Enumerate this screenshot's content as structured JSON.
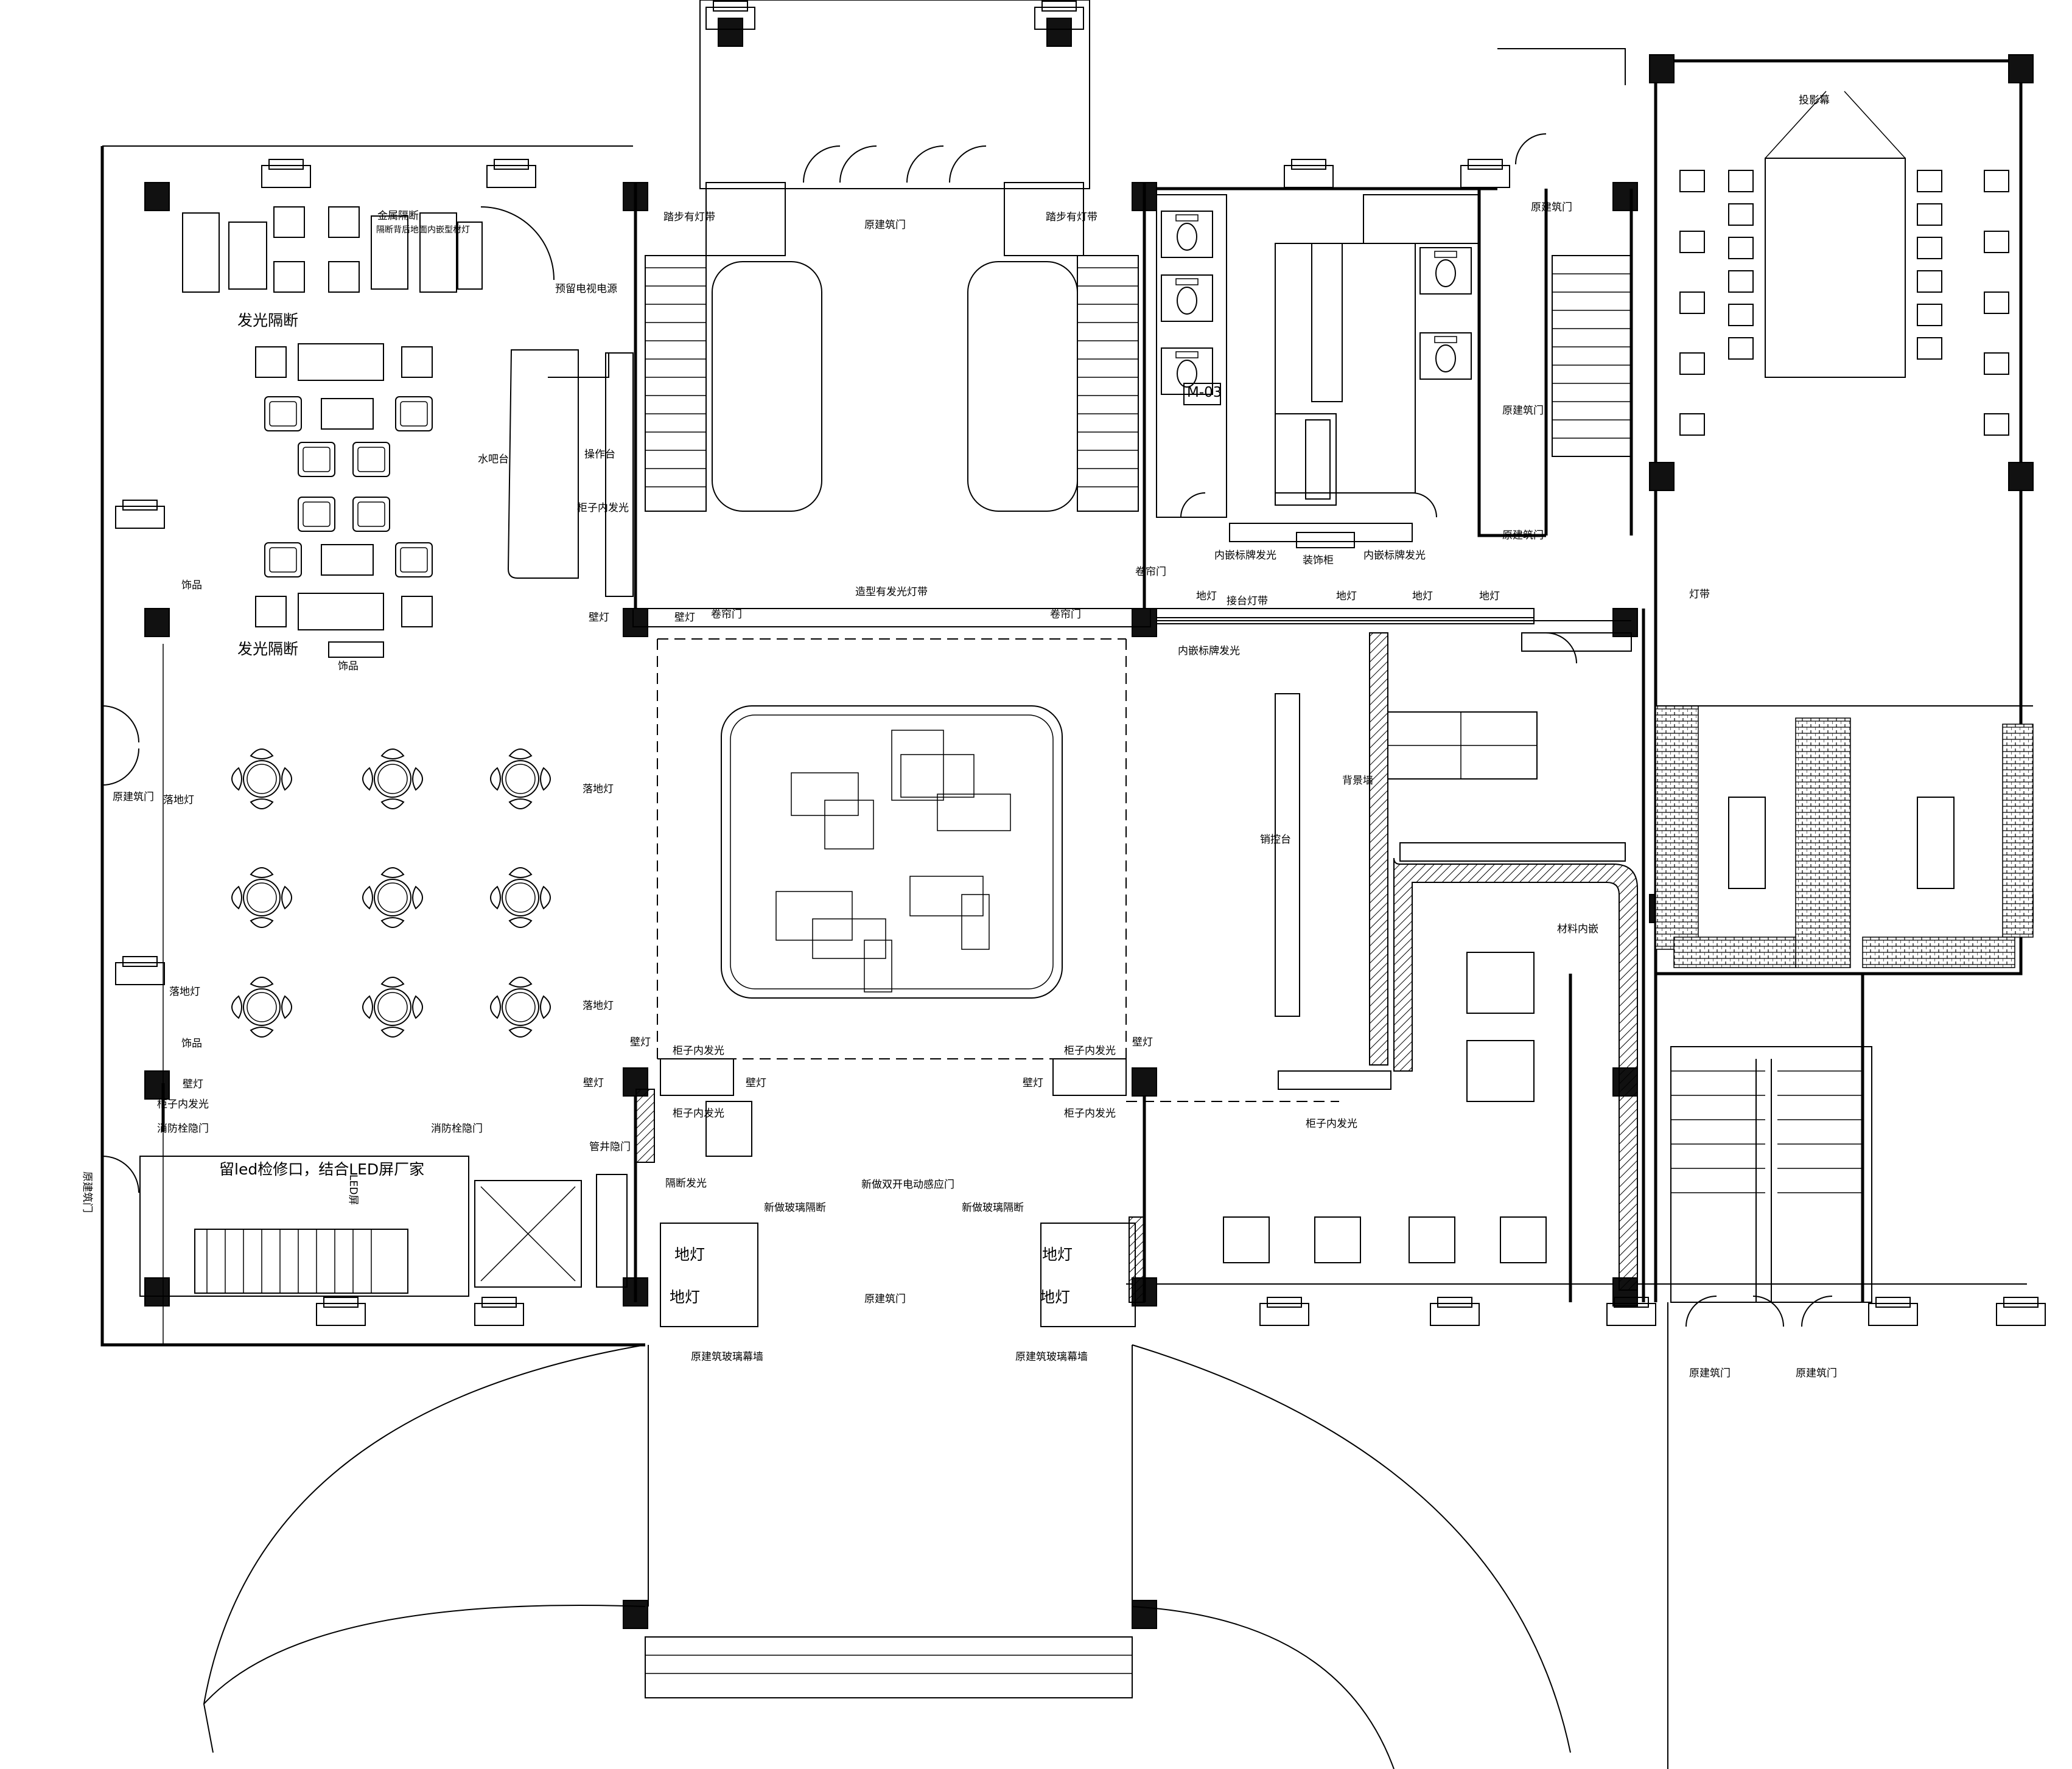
{
  "labels": {
    "orig_door": "原建筑门",
    "step_light_a": "踏步有灯带",
    "step_light_b": "踏步有灯带",
    "metal_partition": "金属隔断",
    "partition_floor_light_top": "隔断背后地面内嵌型材灯",
    "tv_power": "预留电视电源",
    "glow_partition_top": "发光隔断",
    "partition_floor_light_left": "隔断背后地面内嵌型材灯",
    "water_bar": "水吧台",
    "work_table": "操作台",
    "cabinet_glow_bar": "柜子内发光",
    "decor_top": "饰品",
    "decor_bottom": "饰品",
    "glow_partition_bottom": "发光隔断",
    "wall_lamp": "壁灯",
    "shutter_door": "卷帘门",
    "shaped_light_band": "造型有发光灯带",
    "ground_light": "地灯",
    "counter_light_band": "接台灯带",
    "embedded_sign_glow": "内嵌标牌发光",
    "decor_cabinet": "装饰柜",
    "m03": "M-03",
    "projector": "投影幕",
    "light_band": "灯带",
    "floor_lamp": "落地灯",
    "background_wall": "背景墙",
    "sales_counter": "销控台",
    "material_inlay": "材料内嵌",
    "fire_hydrant_door": "消防栓隐门",
    "pipe_shaft_door": "管井隐门",
    "led_note": "留led检修口，结合LED屏厂家",
    "led_screen": "LED屏",
    "partition_glow": "隔断发光",
    "new_auto_door": "新做双开电动感应门",
    "new_glass_partition": "新做玻璃隔断",
    "glass_curtain": "原建筑玻璃幕墙"
  },
  "colors": {
    "line": "#000000",
    "background": "#ffffff"
  }
}
